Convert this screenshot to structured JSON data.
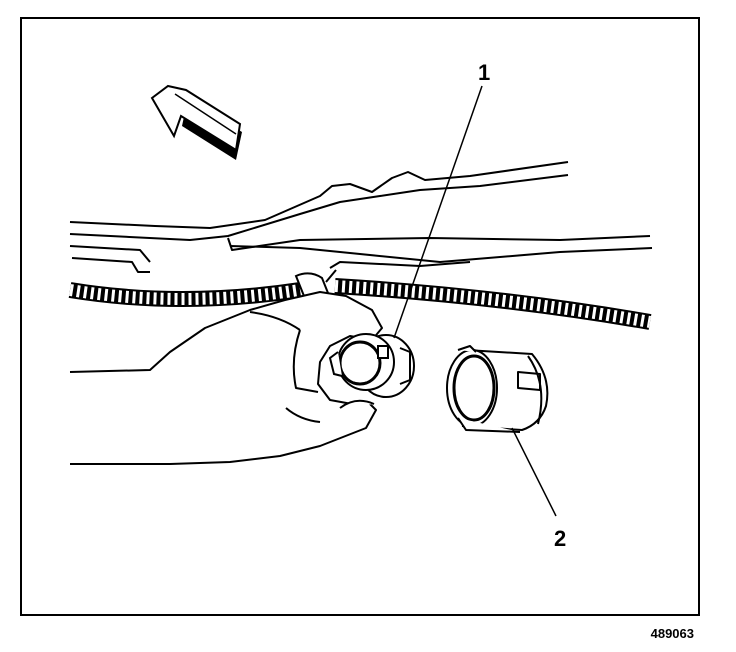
{
  "figure": {
    "callouts": [
      {
        "label": "1"
      },
      {
        "label": "2"
      }
    ],
    "figure_id": "489063"
  },
  "colors": {
    "line": "#000000",
    "background": "#ffffff"
  }
}
